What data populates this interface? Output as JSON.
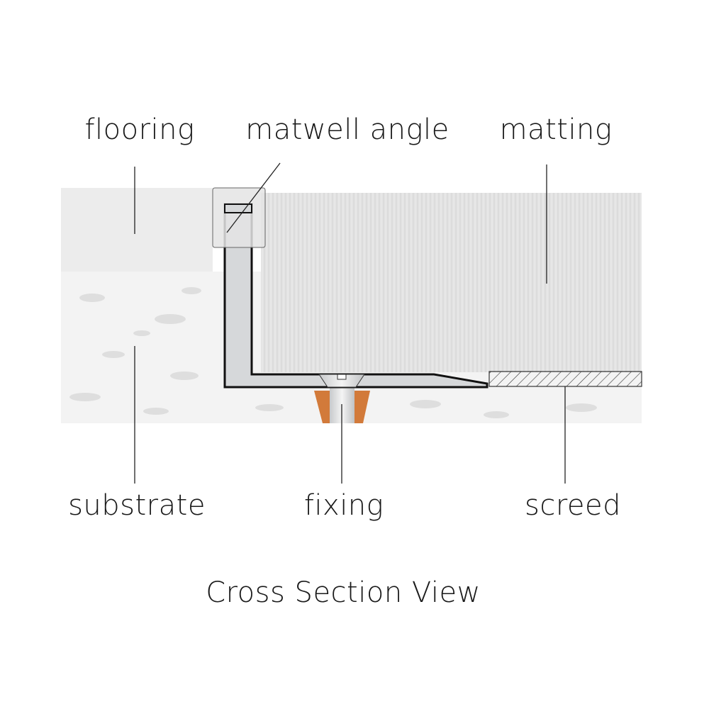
{
  "labels": {
    "flooring": "flooring",
    "matwell_angle": "matwell angle",
    "matting": "matting",
    "substrate": "substrate",
    "fixing": "fixing",
    "screed": "screed"
  },
  "caption": "Cross Section View",
  "colors": {
    "anchor": "#d27a3a",
    "profile": "#d8dadc",
    "matting": "#e2e2e2",
    "flooring": "#ececec",
    "substrate": "#f2f2f2"
  }
}
